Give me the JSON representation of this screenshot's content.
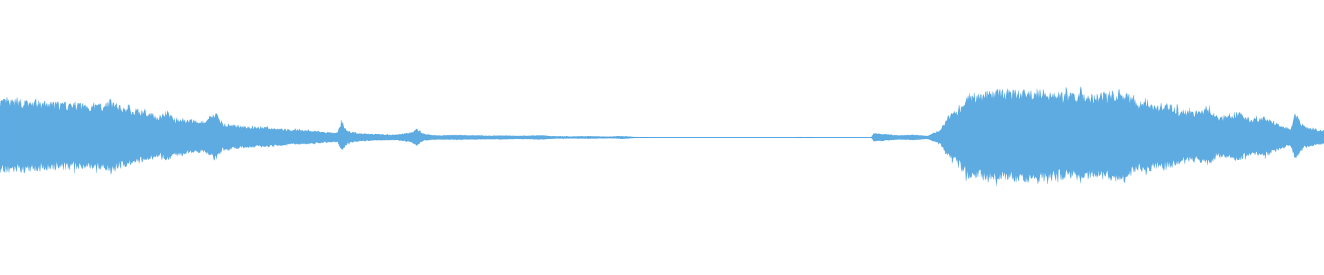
{
  "waveform": {
    "color": "#5DABE1",
    "background": "#FFFFFF",
    "envelope": [
      [
        0.0,
        0.54
      ],
      [
        0.02,
        0.52
      ],
      [
        0.04,
        0.5
      ],
      [
        0.06,
        0.49
      ],
      [
        0.075,
        0.48
      ],
      [
        0.085,
        0.54
      ],
      [
        0.09,
        0.46
      ],
      [
        0.1,
        0.42
      ],
      [
        0.11,
        0.36
      ],
      [
        0.12,
        0.3
      ],
      [
        0.126,
        0.38
      ],
      [
        0.132,
        0.28
      ],
      [
        0.14,
        0.26
      ],
      [
        0.155,
        0.22
      ],
      [
        0.163,
        0.36
      ],
      [
        0.168,
        0.2
      ],
      [
        0.18,
        0.17
      ],
      [
        0.195,
        0.15
      ],
      [
        0.21,
        0.13
      ],
      [
        0.22,
        0.11
      ],
      [
        0.235,
        0.1
      ],
      [
        0.245,
        0.08
      ],
      [
        0.255,
        0.07
      ],
      [
        0.258,
        0.24
      ],
      [
        0.262,
        0.1
      ],
      [
        0.27,
        0.06
      ],
      [
        0.28,
        0.05
      ],
      [
        0.29,
        0.045
      ],
      [
        0.3,
        0.04
      ],
      [
        0.31,
        0.07
      ],
      [
        0.315,
        0.12
      ],
      [
        0.32,
        0.05
      ],
      [
        0.33,
        0.03
      ],
      [
        0.345,
        0.035
      ],
      [
        0.36,
        0.03
      ],
      [
        0.37,
        0.025
      ],
      [
        0.38,
        0.028
      ],
      [
        0.39,
        0.022
      ],
      [
        0.41,
        0.03
      ],
      [
        0.415,
        0.018
      ],
      [
        0.43,
        0.014
      ],
      [
        0.445,
        0.016
      ],
      [
        0.46,
        0.012
      ],
      [
        0.47,
        0.018
      ],
      [
        0.48,
        0.008
      ],
      [
        0.5,
        0.006
      ],
      [
        0.52,
        0.005
      ],
      [
        0.55,
        0.004
      ],
      [
        0.58,
        0.004
      ],
      [
        0.612,
        0.008
      ],
      [
        0.62,
        0.003
      ],
      [
        0.65,
        0.003
      ],
      [
        0.658,
        0.003
      ],
      [
        0.66,
        0.06
      ],
      [
        0.67,
        0.045
      ],
      [
        0.68,
        0.03
      ],
      [
        0.69,
        0.04
      ],
      [
        0.7,
        0.02
      ],
      [
        0.705,
        0.06
      ],
      [
        0.71,
        0.1
      ],
      [
        0.715,
        0.28
      ],
      [
        0.72,
        0.36
      ],
      [
        0.725,
        0.42
      ],
      [
        0.73,
        0.62
      ],
      [
        0.75,
        0.66
      ],
      [
        0.77,
        0.68
      ],
      [
        0.79,
        0.66
      ],
      [
        0.81,
        0.64
      ],
      [
        0.825,
        0.62
      ],
      [
        0.835,
        0.64
      ],
      [
        0.845,
        0.68
      ],
      [
        0.852,
        0.62
      ],
      [
        0.86,
        0.48
      ],
      [
        0.865,
        0.58
      ],
      [
        0.872,
        0.46
      ],
      [
        0.88,
        0.5
      ],
      [
        0.89,
        0.4
      ],
      [
        0.9,
        0.36
      ],
      [
        0.912,
        0.42
      ],
      [
        0.92,
        0.3
      ],
      [
        0.935,
        0.36
      ],
      [
        0.945,
        0.26
      ],
      [
        0.955,
        0.3
      ],
      [
        0.965,
        0.2
      ],
      [
        0.975,
        0.12
      ],
      [
        0.978,
        0.34
      ],
      [
        0.985,
        0.16
      ],
      [
        0.993,
        0.12
      ],
      [
        1.0,
        0.1
      ]
    ]
  }
}
